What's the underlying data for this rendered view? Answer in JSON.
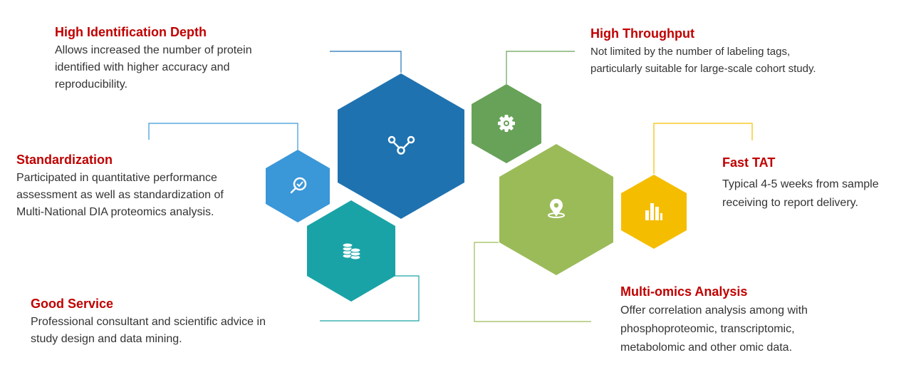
{
  "features": {
    "high_identification_depth": {
      "title": "High Identification Depth",
      "lines": [
        "Allows increased the number of protein",
        "identified with higher accuracy and",
        "reproducibility."
      ],
      "color": "#1f72b0",
      "icon": "network-nodes-icon"
    },
    "standardization": {
      "title": "Standardization",
      "lines": [
        "Participated in quantitative performance",
        "assessment as well as standardization of",
        "Multi-National DIA proteomics analysis."
      ],
      "color": "#3a97d8",
      "icon": "magnifier-check-icon"
    },
    "good_service": {
      "title": "Good Service",
      "lines": [
        "Professional consultant and scientific advice in",
        "study design and data mining."
      ],
      "color": "#1aa3a6",
      "icon": "database-icon"
    },
    "high_throughput": {
      "title": "High Throughput",
      "lines": [
        "Not limited by the number of labeling tags,",
        "particularly suitable for large-scale cohort study."
      ],
      "color": "#67a258",
      "icon": "gear-icon"
    },
    "fast_tat": {
      "title": "Fast TAT",
      "lines": [
        "Typical 4-5 weeks from sample",
        "receiving to report delivery."
      ],
      "color": "#f5bd00",
      "icon": "bar-chart-icon"
    },
    "multi_omics": {
      "title": "Multi-omics Analysis",
      "lines": [
        "Offer correlation analysis among with",
        "phosphoproteomic, transcriptomic,",
        "metabolomic and other omic data."
      ],
      "color": "#9bbb59",
      "icon": "location-pin-icon"
    }
  },
  "colors": {
    "title_red": "#c00000",
    "body_text": "#333333",
    "connector_blue": "#1f72b0",
    "connector_green": "#67a258",
    "connector_yellow": "#f5bd00",
    "connector_lightblue": "#3a97d8",
    "connector_teal": "#1aa3a6",
    "connector_olive": "#9bbb59"
  }
}
